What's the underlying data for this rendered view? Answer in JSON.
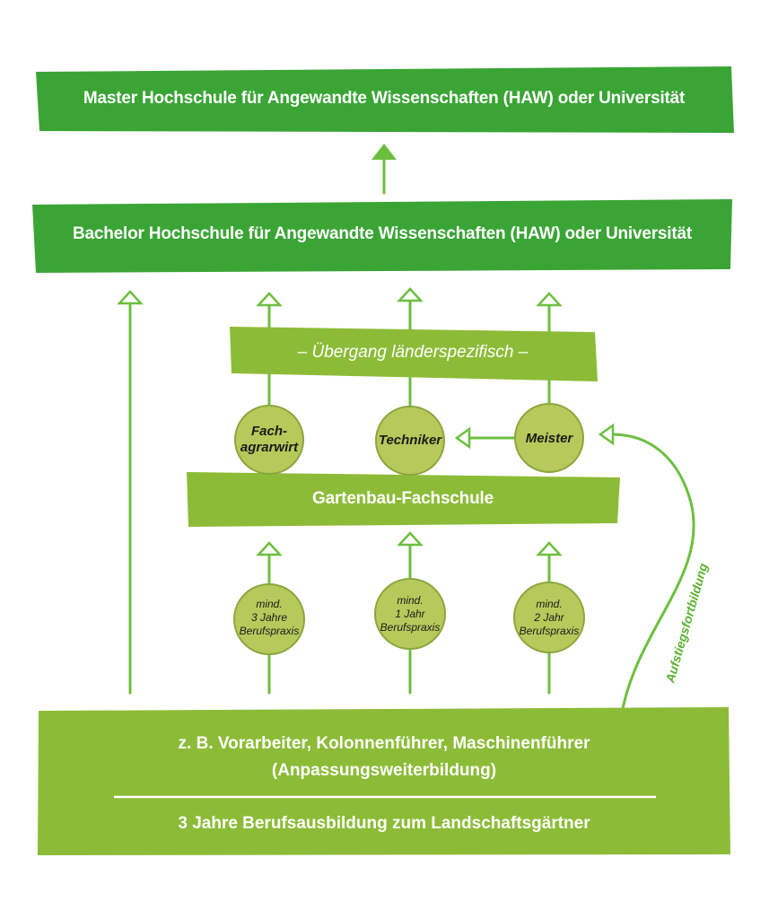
{
  "colors": {
    "dark_green": "#3aa535",
    "light_green": "#8cbc37",
    "circle_green": "#b7c95a",
    "line_green": "#6cbf3e",
    "text_white": "#ffffff",
    "text_dark": "#1b1b1b"
  },
  "master": {
    "label": "Master Hochschule für Angewandte Wissenschaften (HAW) oder Universität"
  },
  "bachelor": {
    "label": "Bachelor Hochschule für Angewandte Wissenschaften (HAW) oder Universität"
  },
  "uebergang": {
    "label": "– Übergang länderspezifisch –"
  },
  "qualifications": [
    {
      "label": "Fach-\nagrarwirt"
    },
    {
      "label": "Techniker"
    },
    {
      "label": "Meister"
    }
  ],
  "fachschule": {
    "label": "Gartenbau-Fachschule"
  },
  "practice": [
    {
      "label": "mind.\n3 Jahre\nBerufspraxis"
    },
    {
      "label": "mind.\n1 Jahr\nBerufspraxis"
    },
    {
      "label": "mind.\n2 Jahr\nBerufspraxis"
    }
  ],
  "aufstieg": {
    "label": "Aufstiegsfortbildung"
  },
  "bottom": {
    "line1": "z. B. Vorarbeiter, Kolonnenführer, Maschinenführer",
    "line2": "(Anpassungsweiterbildung)",
    "line3": "3 Jahre Berufsausbildung zum Landschaftsgärtner"
  }
}
